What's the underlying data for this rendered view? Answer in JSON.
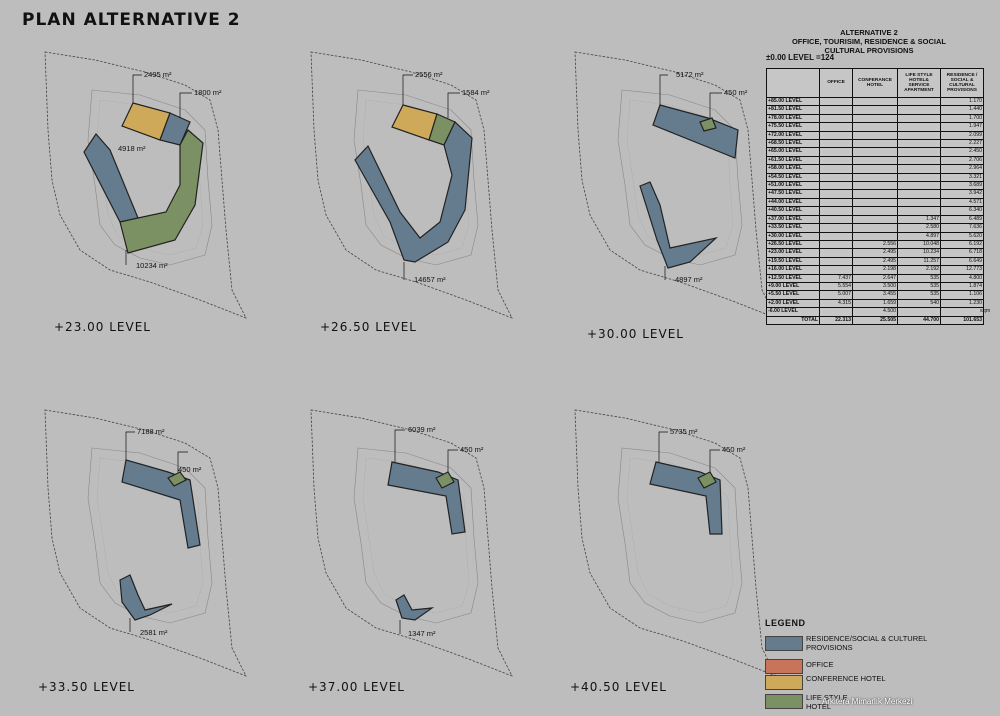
{
  "title": "PLAN ALTERNATIVE 2",
  "colors": {
    "residence": "#657c8f",
    "office": "#c8745a",
    "conference": "#cfa95a",
    "lifestyle": "#7b9163",
    "site": "#444444"
  },
  "panels": [
    {
      "level": "+23.00  LEVEL",
      "areas": [
        "2495 m²",
        "1800 m²",
        "4918 m²",
        "10234 m²"
      ]
    },
    {
      "level": "+26.50  LEVEL",
      "areas": [
        "2556 m²",
        "1584 m²",
        "14657 m²"
      ]
    },
    {
      "level": "+30.00  LEVEL",
      "areas": [
        "5172 m²",
        "450 m²",
        "4897 m²"
      ]
    },
    {
      "level": "+33.50 LEVEL",
      "areas": [
        "7188 m²",
        "450 m²",
        "2581 m²"
      ]
    },
    {
      "level": "+37.00  LEVEL",
      "areas": [
        "6039 m²",
        "450 m²",
        "1347 m²"
      ]
    },
    {
      "level": "+40.50  LEVEL",
      "areas": [
        "5735 m²",
        "450 m²"
      ]
    }
  ],
  "schedule": {
    "title_lines": [
      "ALTERNATIVE 2",
      "OFFICE, TOURISIM, RESIDENCE & SOCIAL",
      "CULTURAL PROVISIONS"
    ],
    "zero_level": "±0.00 LEVEL =124",
    "headers": [
      "OFFICE",
      "CONFERANCE HOTEL",
      "LIFE STYLE HOTEL& SERVICE APARTMENT",
      "RESIDENCE / SOCIAL & CULTURAL PROVISIONS"
    ],
    "rows": [
      [
        "+85.00 LEVEL",
        "",
        "",
        "",
        "1.170"
      ],
      [
        "+81.50 LEVEL",
        "",
        "",
        "",
        "1.440"
      ],
      [
        "+78.00 LEVEL",
        "",
        "",
        "",
        "1.700"
      ],
      [
        "+75.50 LEVEL",
        "",
        "",
        "",
        "1.947"
      ],
      [
        "+72.00 LEVEL",
        "",
        "",
        "",
        "2.099"
      ],
      [
        "+68.50 LEVEL",
        "",
        "",
        "",
        "2.227"
      ],
      [
        "+65.00 LEVEL",
        "",
        "",
        "",
        "2.450"
      ],
      [
        "+61.50 LEVEL",
        "",
        "",
        "",
        "2.706"
      ],
      [
        "+58.00 LEVEL",
        "",
        "",
        "",
        "2.964"
      ],
      [
        "+54.50 LEVEL",
        "",
        "",
        "",
        "3.321"
      ],
      [
        "+51.00 LEVEL",
        "",
        "",
        "",
        "3.689"
      ],
      [
        "+47.50 LEVEL",
        "",
        "",
        "",
        "3.942"
      ],
      [
        "+44.00 LEVEL",
        "",
        "",
        "",
        "4.571"
      ],
      [
        "+40.50 LEVEL",
        "",
        "",
        "",
        "6.340"
      ],
      [
        "+37.00 LEVEL",
        "",
        "",
        "1.347",
        "6.489"
      ],
      [
        "+33.50 LEVEL",
        "",
        "",
        "2.580",
        "7.636"
      ],
      [
        "+30.00 LEVEL",
        "",
        "",
        "4.897",
        "5.620"
      ],
      [
        "+26.50 LEVEL",
        "",
        "2.556",
        "10.048",
        "6.192"
      ],
      [
        "+23.00 LEVEL",
        "",
        "2.495",
        "10.234",
        "6.718"
      ],
      [
        "+19.50 LEVEL",
        "",
        "2.495",
        "11.257",
        "6.649"
      ],
      [
        "+16.00 LEVEL",
        "",
        "2.198",
        "2.192",
        "12.773"
      ],
      [
        "+12.50 LEVEL",
        "7.437",
        "2.647",
        "535",
        "4.800"
      ],
      [
        "+9.00 LEVEL",
        "5.554",
        "3.500",
        "535",
        "1.874"
      ],
      [
        "+5.50 LEVEL",
        "5.007",
        "3.455",
        "535",
        "1.106"
      ],
      [
        "+2.00 LEVEL",
        "4.315",
        "1.659",
        "540",
        "1.230"
      ],
      [
        "-6.00 LEVEL",
        "",
        "4.500",
        "",
        ""
      ]
    ],
    "total": [
      "TOTAL",
      "22.313",
      "25.505",
      "44.700",
      "101.653"
    ],
    "unit": "sqm"
  },
  "legend": {
    "title": "LEGEND",
    "items": [
      {
        "label": "RESIDENCE/SOCIAL & CULTUREL PROVISIONS",
        "color": "#657c8f"
      },
      {
        "label": "OFFICE",
        "color": "#c8745a"
      },
      {
        "label": "CONFERENCE HOTEL",
        "color": "#cfa95a"
      },
      {
        "label": "LIFE STYLE HOTEL",
        "color": "#7b9163"
      }
    ]
  },
  "watermark": "Arkitera Mimarlık Merkezi"
}
